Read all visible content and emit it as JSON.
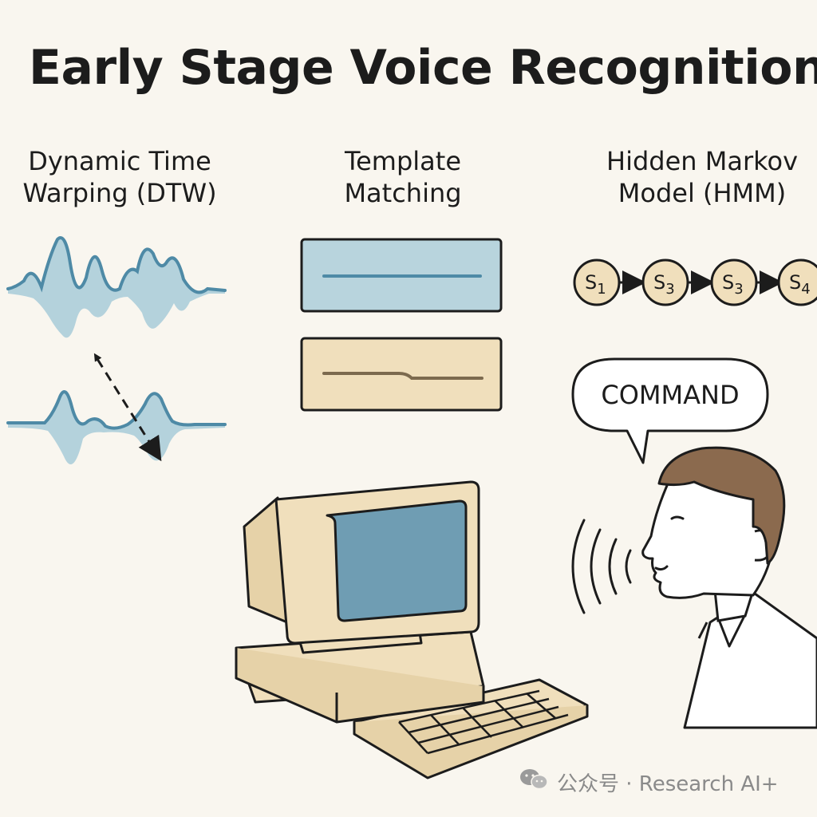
{
  "title": "Early Stage Voice Recognition",
  "sections": {
    "dtw": {
      "line1": "Dynamic Time",
      "line2": "Warping (DTW)"
    },
    "template": {
      "line1": "Template",
      "line2": "Matching"
    },
    "hmm": {
      "line1": "Hidden Markov",
      "line2": "Model (HMM)",
      "states": [
        {
          "letter": "S",
          "sub": "1"
        },
        {
          "letter": "S",
          "sub": "3"
        },
        {
          "letter": "S",
          "sub": "3"
        },
        {
          "letter": "S",
          "sub": "4"
        }
      ]
    }
  },
  "speech_bubble": "COMMAND",
  "watermark": "公众号 · Research AI+",
  "colors": {
    "background": "#f9f6ef",
    "wave_fill": "#b4d2dc",
    "wave_stroke": "#4e8aa6",
    "beige": "#f0dfbc",
    "blue_panel": "#b8d4dd",
    "screen": "#6f9db3",
    "hair": "#8b6a4e"
  },
  "icons": [
    "wechat-icon",
    "sound-waves-icon",
    "dtw-alignment-arrow-icon",
    "hmm-transition-arrow-icon"
  ]
}
